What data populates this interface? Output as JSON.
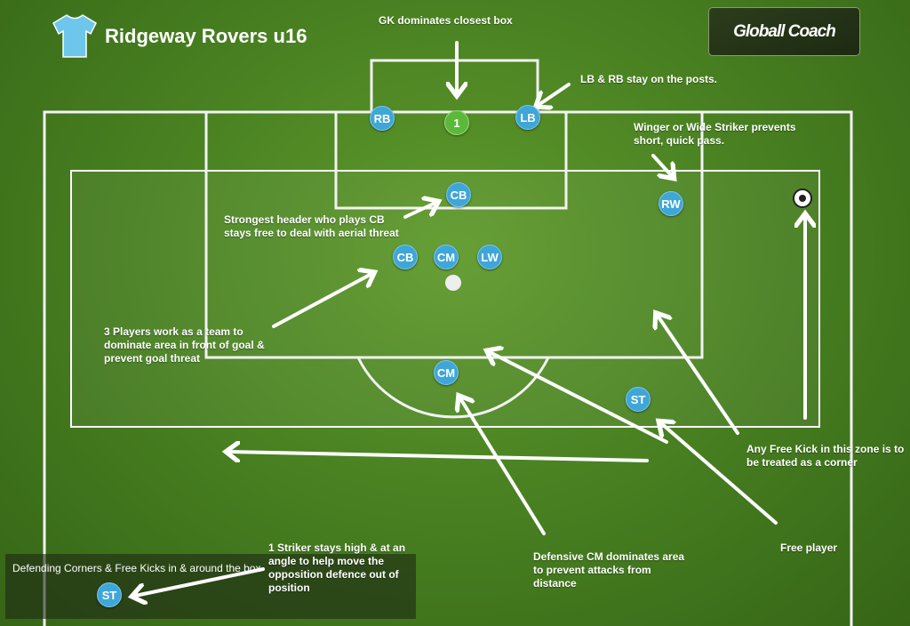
{
  "header": {
    "title": "Ridgeway Rovers u16",
    "kit_icon": "shirt-icon",
    "kit_color": "#6ec6ec"
  },
  "logo": {
    "text": "Globall Coach"
  },
  "players": [
    {
      "label": "RB",
      "role": "outfield"
    },
    {
      "label": "1",
      "role": "goalkeeper"
    },
    {
      "label": "LB",
      "role": "outfield"
    },
    {
      "label": "CB",
      "role": "outfield"
    },
    {
      "label": "RW",
      "role": "outfield"
    },
    {
      "label": "CB",
      "role": "outfield"
    },
    {
      "label": "CM",
      "role": "outfield"
    },
    {
      "label": "LW",
      "role": "outfield"
    },
    {
      "label": "CM",
      "role": "outfield"
    },
    {
      "label": "ST",
      "role": "outfield"
    },
    {
      "label": "ST",
      "role": "outfield"
    }
  ],
  "notes": {
    "gk": "GK dominates closest box",
    "fullbacks": "LB & RB stay on the posts.",
    "winger": "Winger or Wide Striker prevents short, quick pass.",
    "cb": "Strongest header who plays CB stays free to deal with aerial threat",
    "three": "3 Players work as a team to dominate area in front of goal & prevent goal threat",
    "zone": "Any Free Kick in this zone is to be treated as a corner",
    "free": "Free player",
    "dcm": "Defensive CM dominates area to prevent attacks from distance",
    "striker": "1 Striker stays high & at an angle to help move the opposition defence out of position"
  },
  "caption": "Defending Corners & Free Kicks in & around the box",
  "colors": {
    "outfield": "#3fa6d8",
    "goalkeeper": "#5cb83a",
    "pitch": "#4a8222"
  }
}
